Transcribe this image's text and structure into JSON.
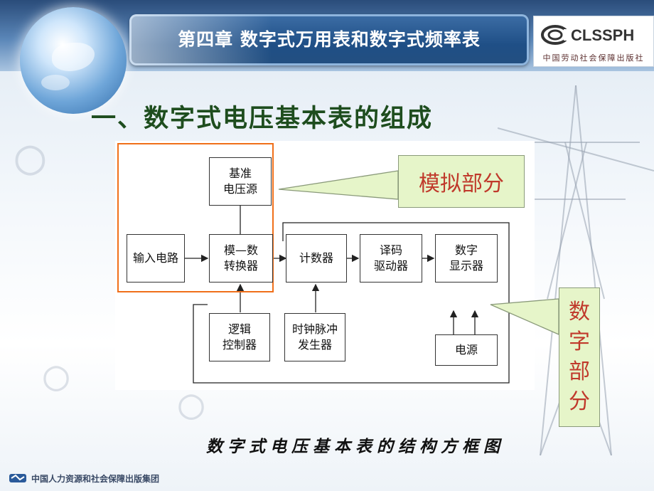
{
  "header": {
    "chapter_title": "第四章  数字式万用表和数字式频率表",
    "logo_text": "CLSSPH",
    "logo_subtitle": "中国劳动社会保障出版社",
    "brand_color": "#1f4f86"
  },
  "slide": {
    "heading": "一、数字式电压基本表的组成"
  },
  "diagram": {
    "blocks": {
      "reference": "基准\n电压源",
      "input": "输入电路",
      "adc": "模—数\n转换器",
      "counter": "计数器",
      "decoder": "译码\n驱动器",
      "display": "数字\n显示器",
      "logic": "逻辑\n控制器",
      "clock": "时钟脉冲\n发生器",
      "power": "电源"
    },
    "callouts": {
      "analog": "模拟部分",
      "digital": "数\n字\n部\n分"
    },
    "analog_frame_color": "#f06f1a",
    "callout_fill": "#e6f5c9",
    "callout_text_color": "#c0392b"
  },
  "caption": "数字式电压基本表的结构方框图",
  "footer": {
    "publisher": "中国人力资源和社会保障出版集团"
  }
}
